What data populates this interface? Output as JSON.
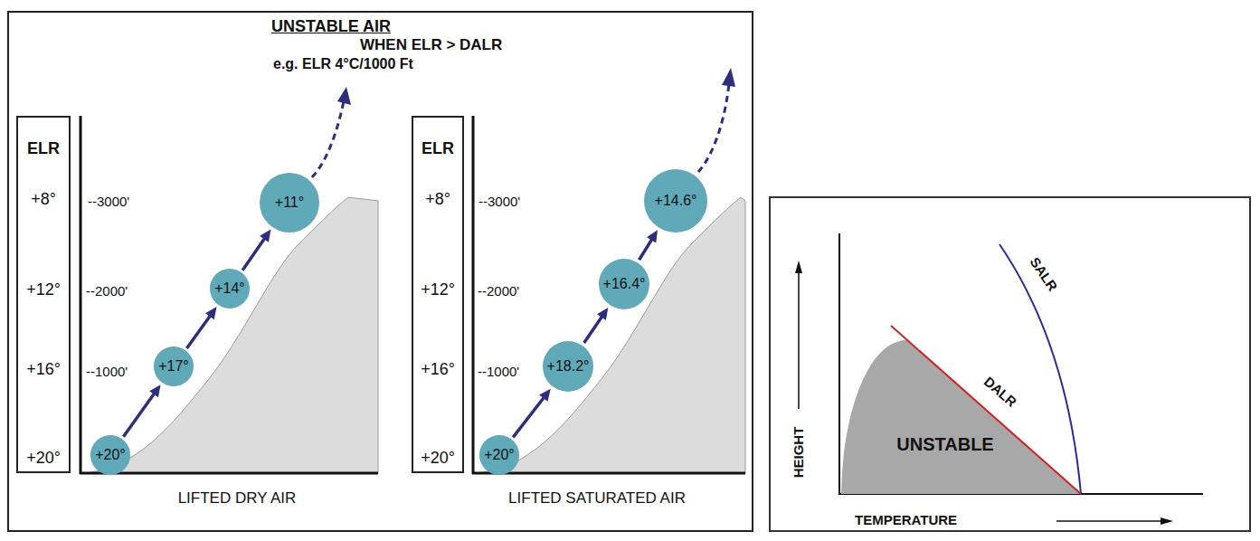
{
  "diagram": {
    "nodes": [
      {
        "text": [
          "UNSTABLE AIR",
          "WHEN ELR > DALR",
          "e.g. ELR 4°C/1000 Ft"
        ]
      },
      {
        "text": [
          "ELR",
          "+8°",
          "+12°",
          "+16°",
          "+20°"
        ],
        "in": 0
      },
      {
        "text": [
          "+20°"
        ],
        "in": 0
      },
      {
        "text": [
          "+17°"
        ],
        "in": 0
      },
      {
        "text": [
          "+14°"
        ],
        "in": 0
      },
      {
        "text": [
          "+11°"
        ],
        "in": 0
      },
      {
        "text": [
          "ELR",
          "+8°",
          "+12°",
          "+16°",
          "+20°"
        ],
        "in": 0
      },
      {
        "text": [
          "+20°"
        ],
        "in": 0
      },
      {
        "text": [
          "+18.2°"
        ],
        "in": 0
      },
      {
        "text": [
          "+16.4°"
        ],
        "in": 0
      },
      {
        "text": [
          "+14.6°"
        ],
        "in": 0
      },
      {
        "text": [
          "UNSTABLE"
        ]
      }
    ],
    "edges": [
      {
        "from": 2,
        "to": 3,
        "arrow": "to"
      },
      {
        "from": 3,
        "to": 4,
        "arrow": "to"
      },
      {
        "from": 4,
        "to": 5,
        "arrow": "to"
      },
      {
        "from": 7,
        "to": 8,
        "arrow": "to"
      },
      {
        "from": 8,
        "to": 9,
        "arrow": "to"
      },
      {
        "from": 9,
        "to": 10,
        "arrow": "to"
      }
    ],
    "labels": [
      "--3000'",
      "--2000'",
      "--1000'",
      "--3000'",
      "--2000'",
      "--1000'",
      "LIFTED DRY AIR",
      "LIFTED SATURATED AIR",
      "SALR",
      "DALR",
      "HEIGHT",
      "TEMPERATURE"
    ]
  }
}
